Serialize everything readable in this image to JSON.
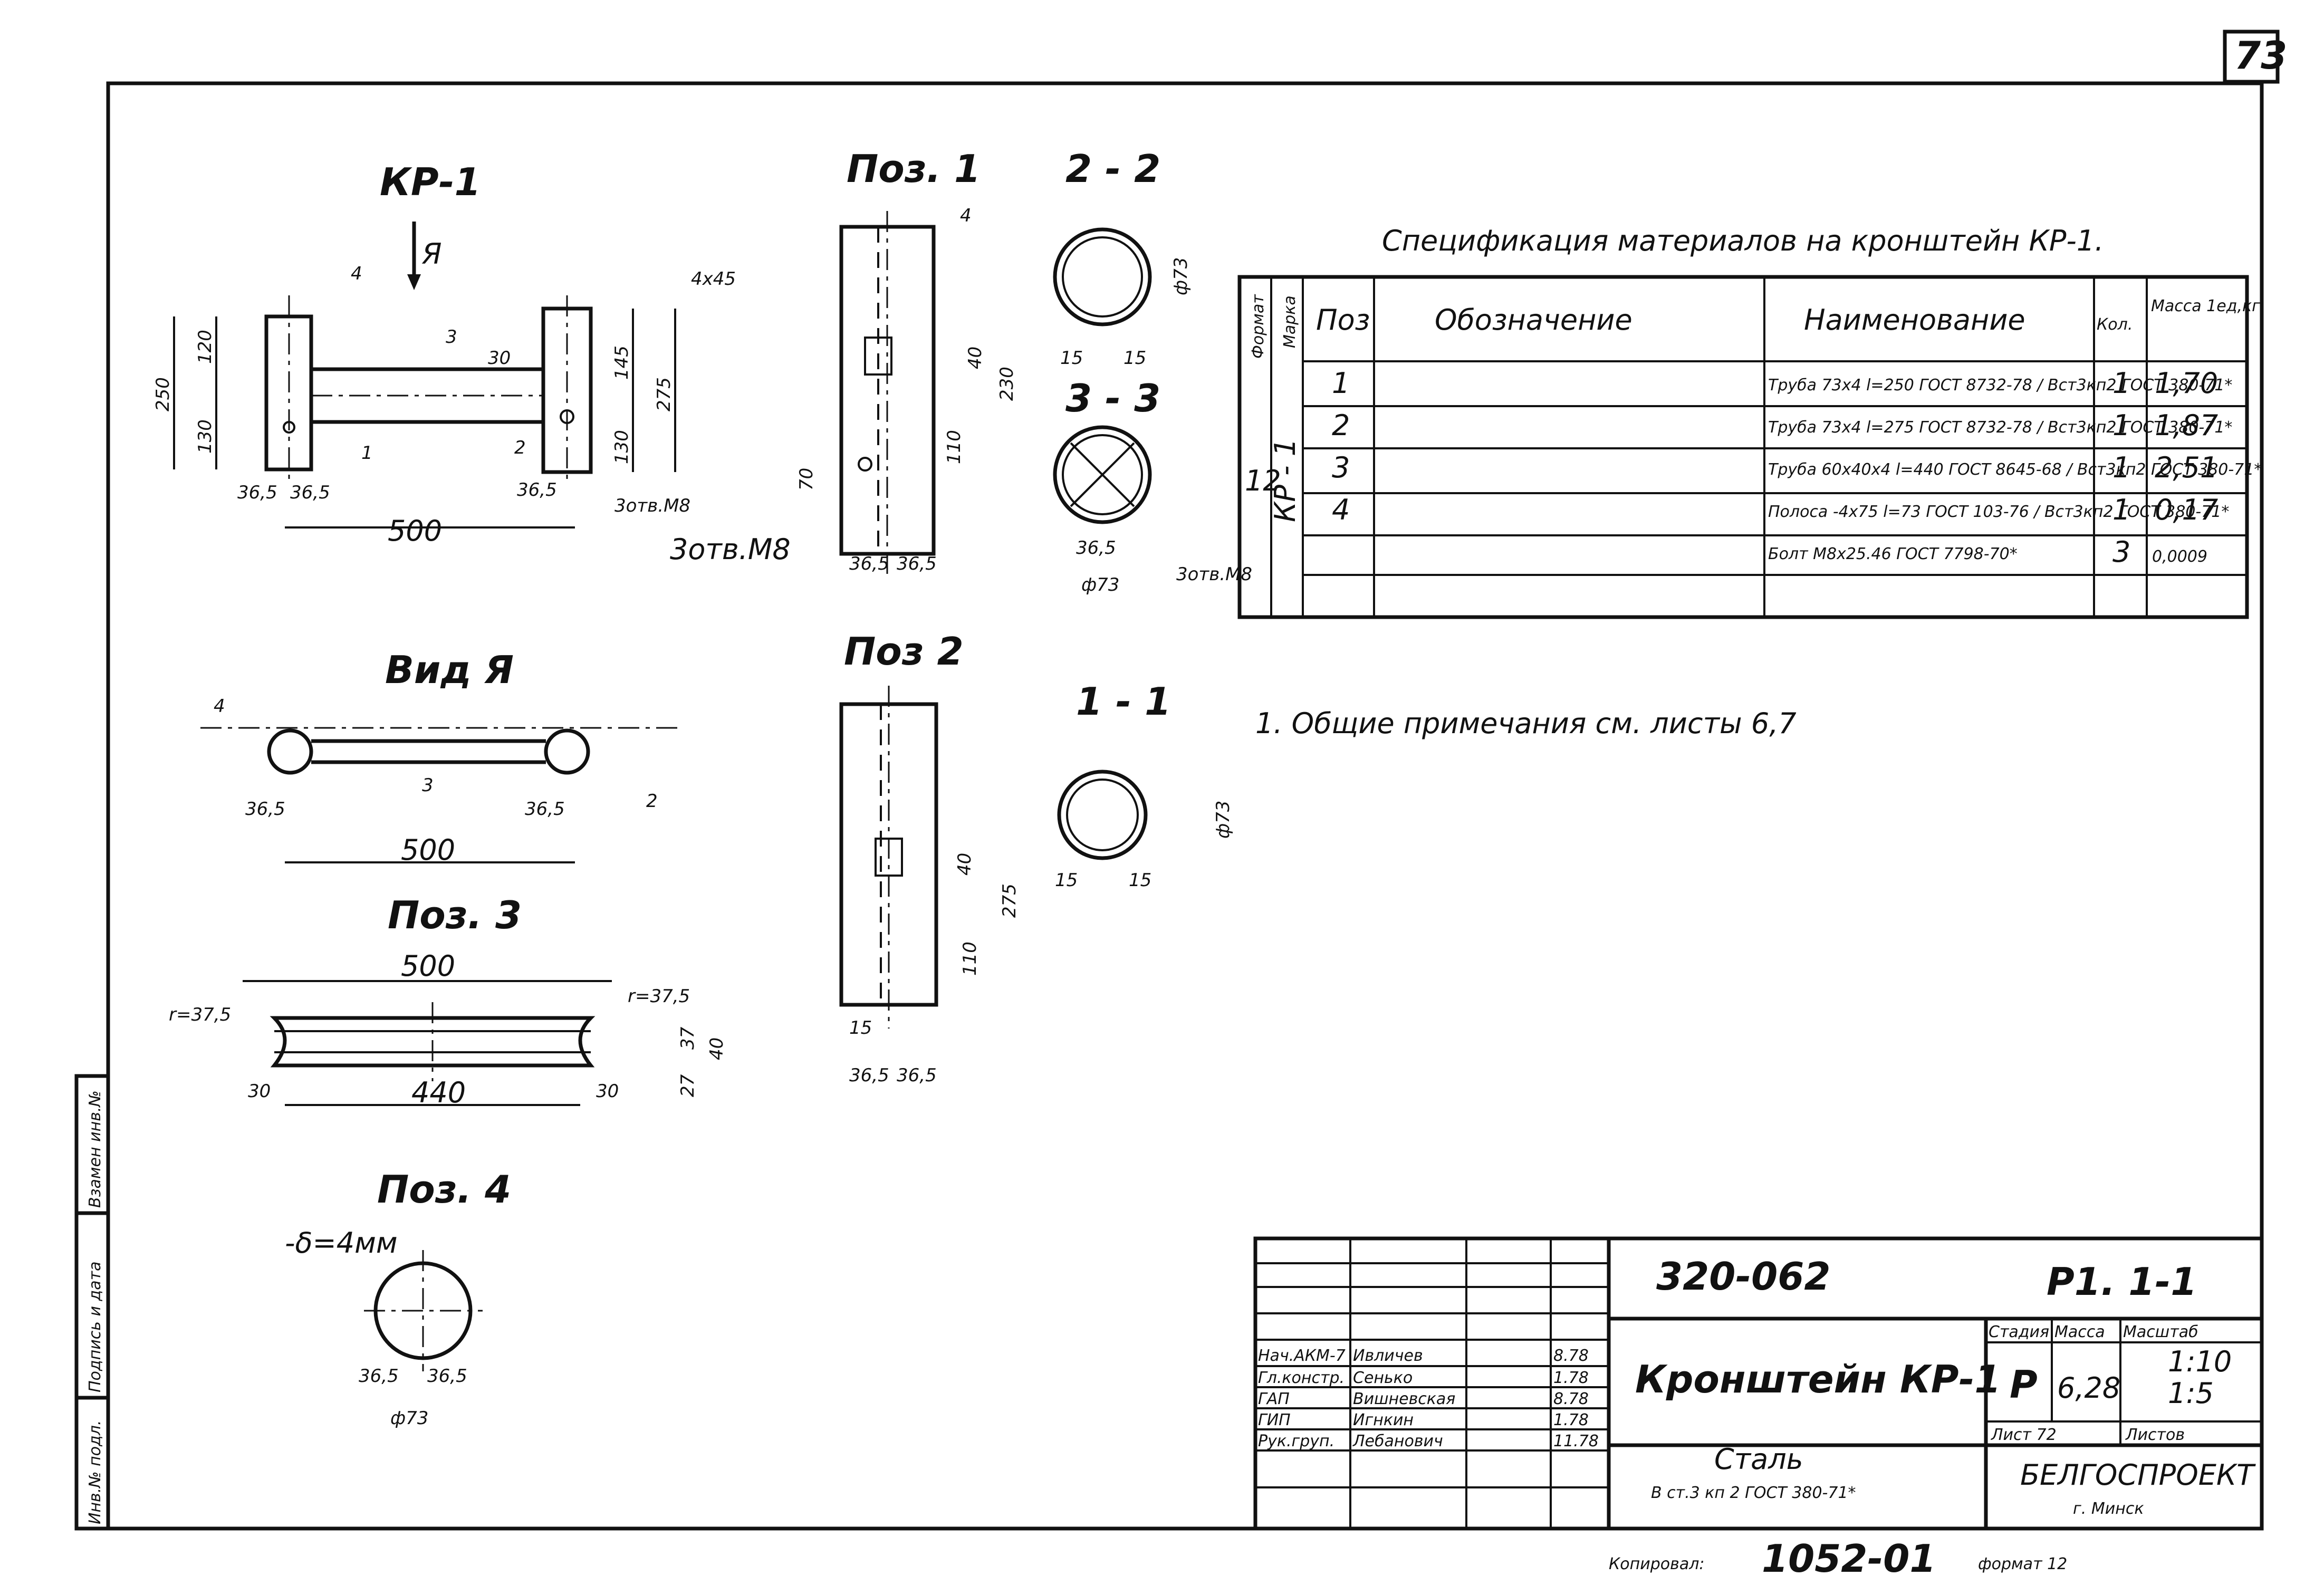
{
  "sheet": {
    "page_number": "73",
    "copy_note": "Копировал:",
    "copy_number": "1052-01",
    "format": "формат 12"
  },
  "drawing_labels": {
    "kr1": "КР-1",
    "view_a": "Вид Я",
    "arrow_a": "Я",
    "poz1": "Поз. 1",
    "poz2": "Поз 2",
    "poz3": "Поз. 3",
    "poz4": "Поз. 4",
    "sec22": "2 - 2",
    "sec33": "3 - 3",
    "sec11": "1 - 1"
  },
  "dims": {
    "d250": "250",
    "d120": "120",
    "d130": "130",
    "d145": "145",
    "d275": "275",
    "d30": "30",
    "d365": "36,5",
    "d500": "500",
    "d3otv": "3отв.М8",
    "d4x45": "4х45",
    "d4": "4",
    "d40": "40",
    "d110": "110",
    "d230": "230",
    "d70": "70",
    "d15": "15",
    "d73": "ф73",
    "d36_5": "36,5",
    "r375": "r=37,5",
    "d440": "440",
    "d37": "37",
    "d27": "27",
    "delta": "-δ=4мм",
    "n1": "1",
    "n2": "2",
    "n3": "3",
    "n4": "4"
  },
  "spec": {
    "title": "Спецификация материалов на кронштейн КР-1.",
    "headers": [
      "Формат",
      "Марка",
      "Поз",
      "Обозначение",
      "Наименование",
      "Кол.",
      "Масса 1ед,кг"
    ],
    "format_val": "12",
    "mark_val": "КР - 1",
    "rows": [
      {
        "poz": "1",
        "name": "Труба 73х4 l=250 ГОСТ 8732-78 / Вст3кп2 ГОСТ 380-71*",
        "qty": "1",
        "mass": "1,70"
      },
      {
        "poz": "2",
        "name": "Труба 73х4 l=275 ГОСТ 8732-78 / Вст3кп2 ГОСТ 380-71*",
        "qty": "1",
        "mass": "1,87"
      },
      {
        "poz": "3",
        "name": "Труба 60х40х4 l=440 ГОСТ 8645-68 / Вст3кп2 ГОСТ 380-71*",
        "qty": "1",
        "mass": "2,51"
      },
      {
        "poz": "4",
        "name": "Полоса -4х75 l=73 ГОСТ 103-76 / Вст3кп2 ГОСТ 380-71*",
        "qty": "1",
        "mass": "0,17"
      },
      {
        "poz": "",
        "name": "Болт М8х25.46 ГОСТ 7798-70*",
        "qty": "3",
        "mass": "0,0009"
      }
    ]
  },
  "notes": "1. Общие примечания см. листы 6,7",
  "title_block": {
    "code": "320-062",
    "sheet_code": "Р1. 1-1",
    "product": "Кронштейн КР-1",
    "material_1": "Сталь",
    "material_2": "В ст.3 кп 2 ГОСТ 380-71*",
    "stage_h": "Стадия",
    "mass_h": "Масса",
    "scale_h": "Масштаб",
    "stage": "Р",
    "mass": "6,28",
    "scale_1": "1:10",
    "scale_2": "1:5",
    "sheet_h": "Лист 72",
    "sheets_h": "Листов",
    "org": "БЕЛГОСПРОЕКТ",
    "city": "г. Минск",
    "roles": [
      {
        "role": "Нач.АКМ-7",
        "name": "Ивличев",
        "date": "8.78"
      },
      {
        "role": "Гл.констр.",
        "name": "Сенько",
        "date": "1.78"
      },
      {
        "role": "ГАП",
        "name": "Вишневская",
        "date": "8.78"
      },
      {
        "role": "ГИП",
        "name": "Игнкин",
        "date": "1.78"
      },
      {
        "role": "Рук.груп.",
        "name": "Лебанович",
        "date": "11.78"
      }
    ]
  },
  "side_stamp": [
    "Инв.№ подл.",
    "Подпись и дата",
    "Взамен инв.№"
  ]
}
